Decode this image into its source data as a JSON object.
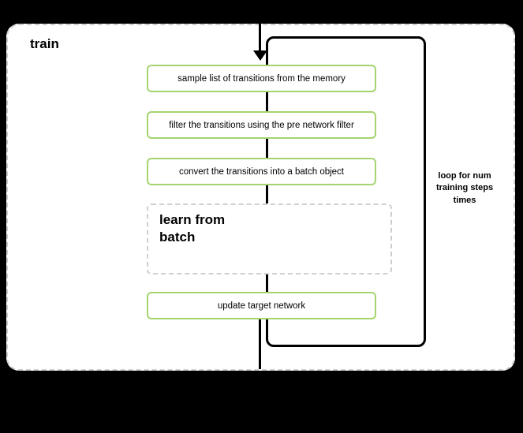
{
  "diagram": {
    "title": "train",
    "steps": [
      {
        "id": "sample",
        "label": "sample list of transitions from the memory"
      },
      {
        "id": "filter",
        "label": "filter the transitions using the pre network filter"
      },
      {
        "id": "convert",
        "label": "convert the transitions into a batch object"
      },
      {
        "id": "learn",
        "label": "learn from batch"
      },
      {
        "id": "update",
        "label": "update target network"
      }
    ],
    "loop_label": "loop for num\ntraining steps\ntimes",
    "colors": {
      "background": "#000000",
      "panel_fill": "#ffffff",
      "panel_border": "#cfcfcf",
      "step_border": "#a5d46f",
      "dashed_border": "#cfcfcf",
      "loop_border": "#000000",
      "text": "#000000"
    }
  }
}
